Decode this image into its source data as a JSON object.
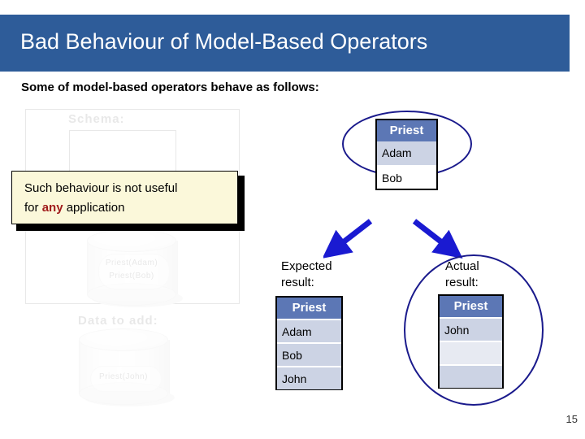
{
  "slide": {
    "title": "Bad Behaviour of Model-Based Operators",
    "intro": "Some of model-based operators behave as follows:",
    "page_number": "15",
    "colors": {
      "title_bar": "#2e5c99",
      "table_header": "#5c77b5",
      "oval_border": "#1a1a8c",
      "arrow": "#1a1ad1",
      "callout_bg": "#fbf8da",
      "emphasis_red": "#a01b1b"
    }
  },
  "callout": {
    "line1": "Such behaviour is not useful",
    "line2_before": "for ",
    "line2_emphasis": "any",
    "line2_after": " application"
  },
  "ghost": {
    "schema_label": "Schema:",
    "data_to_add_label": "Data to add:",
    "schema_db_line1": "Priest(Adam)",
    "schema_db_line2": "Priest(Bob)",
    "add_db_line1": "Priest(John)"
  },
  "source_table": {
    "header": "Priest",
    "rows": [
      "Adam",
      "Bob"
    ]
  },
  "expected": {
    "label_line1": "Expected",
    "label_line2": "result:",
    "header": "Priest",
    "rows": [
      "Adam",
      "Bob",
      "John"
    ]
  },
  "actual": {
    "label_line1": "Actual",
    "label_line2": "result:",
    "header": "Priest",
    "rows": [
      "John",
      "",
      ""
    ]
  },
  "arrows": {
    "left_name": "arrow-to-expected",
    "right_name": "arrow-to-actual"
  }
}
